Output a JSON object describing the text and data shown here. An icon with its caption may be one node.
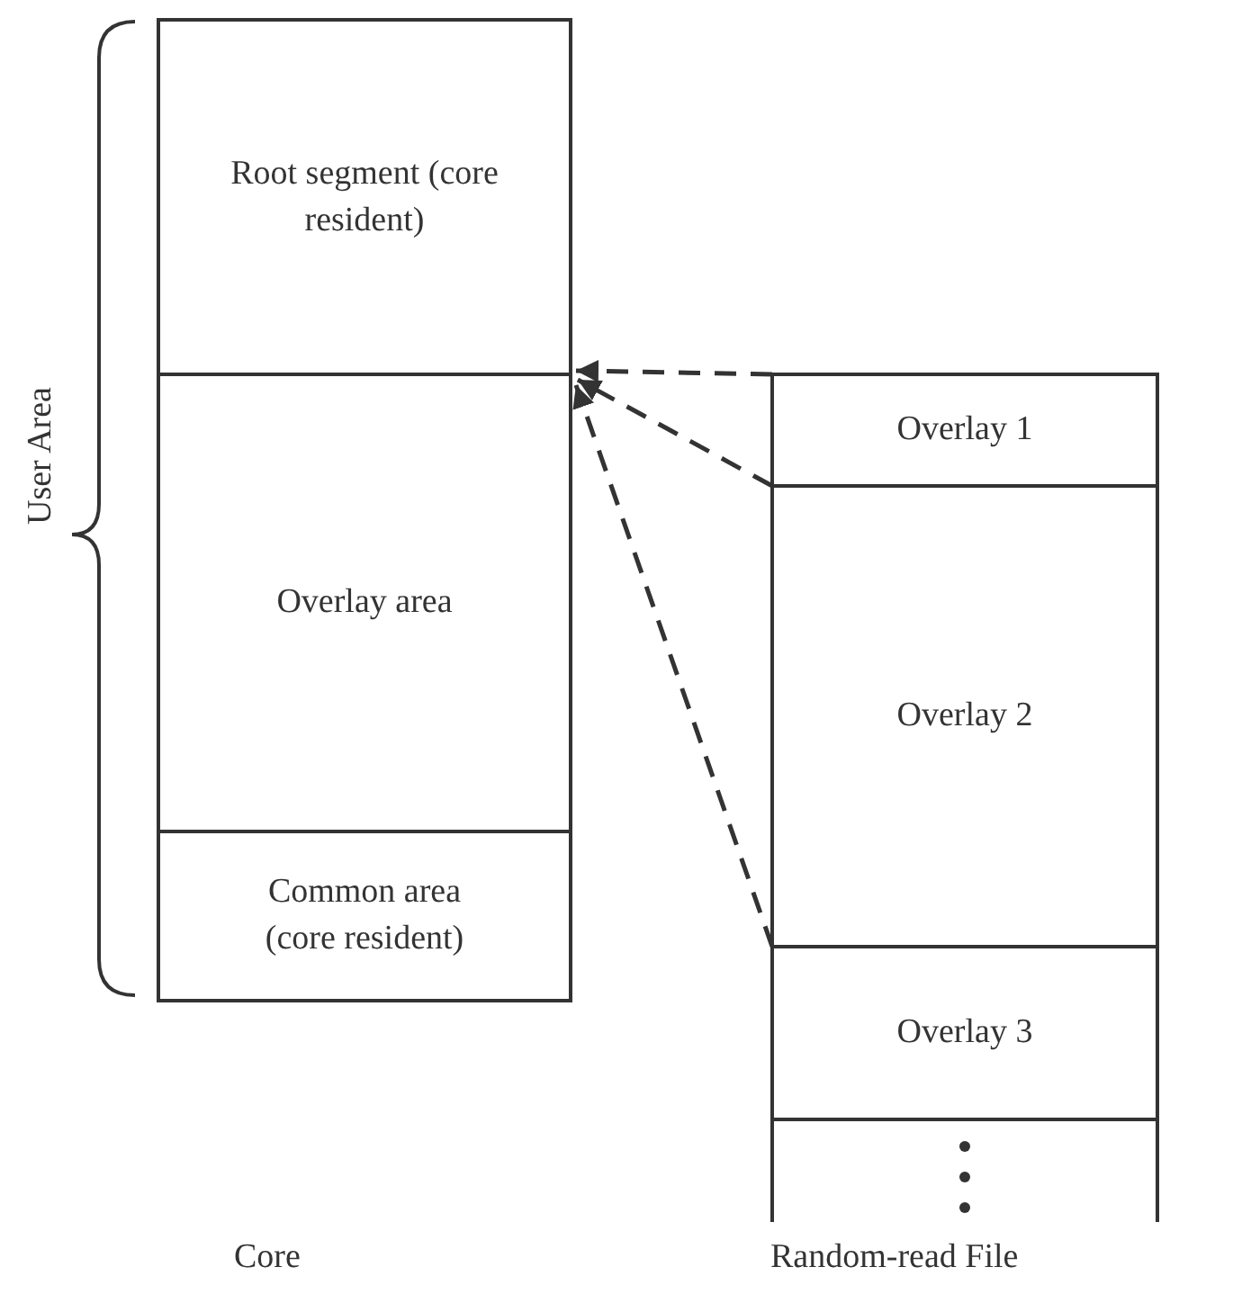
{
  "diagram": {
    "nodes": [
      {
        "text": [
          "Root segment (core resident)"
        ]
      },
      {
        "text": [
          "Overlay area"
        ]
      },
      {
        "text": [
          "Common area (core resident)"
        ]
      },
      {
        "text": [
          "Overlay 1"
        ]
      },
      {
        "text": [
          "Overlay 2"
        ]
      },
      {
        "text": [
          "Overlay 3"
        ]
      },
      {
        "text": [],
        "shape": "box"
      }
    ],
    "edges": [
      {
        "from": 3,
        "to": 1,
        "arrow": "to",
        "style": "dashed"
      },
      {
        "from": 4,
        "to": 1,
        "arrow": "to",
        "style": "dashed"
      },
      {
        "from": 5,
        "to": 1,
        "arrow": "to",
        "style": "dashed"
      }
    ],
    "labels": [
      "User Area",
      "Core",
      "Random-read File"
    ]
  }
}
